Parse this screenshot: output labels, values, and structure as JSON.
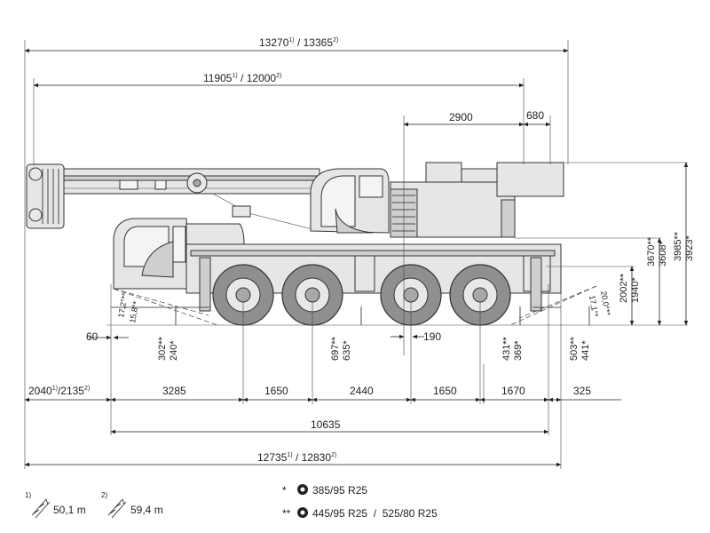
{
  "dimensions": {
    "overall_length": {
      "a": "13270",
      "b": "13365"
    },
    "boom_length": {
      "a": "11905",
      "b": "12000"
    },
    "dim_2900": "2900",
    "dim_680": "680",
    "height_3985": "3985**",
    "height_3923": "3923*",
    "height_3670": "3670**",
    "height_3608": "3608*",
    "height_2002": "2002**",
    "height_1940": "1940*",
    "dim_60": "60",
    "clear_302": "302**",
    "clear_240": "240*",
    "clear_697": "697**",
    "clear_635": "635*",
    "dim_190": "190",
    "clear_431": "431**",
    "clear_369": "369*",
    "clear_503": "503**",
    "clear_441": "441*",
    "front_overhang": {
      "a": "2040",
      "b": "2135"
    },
    "axle_spacings": [
      "3285",
      "1650",
      "2440",
      "1650",
      "1670",
      "325"
    ],
    "wheelbase_total": "10635",
    "total_length": {
      "a": "12735",
      "b": "12830"
    }
  },
  "angles": {
    "front_a": "17,2°**",
    "front_b": "15,8°*",
    "rear_a": "20,0°**",
    "rear_b": "17,1°*"
  },
  "footnote_marks": {
    "one": "1)",
    "two": "2)",
    "star": "*",
    "dstar": "**"
  },
  "legend": {
    "boom1_mark": "1)",
    "boom1_length": "50,1 m",
    "boom2_mark": "2)",
    "boom2_length": "59,4 m",
    "tyre1_mark": "*",
    "tyre1_size": "385/95 R25",
    "tyre2_mark": "**",
    "tyre2_size": "445/95 R25  /  525/80 R25"
  }
}
